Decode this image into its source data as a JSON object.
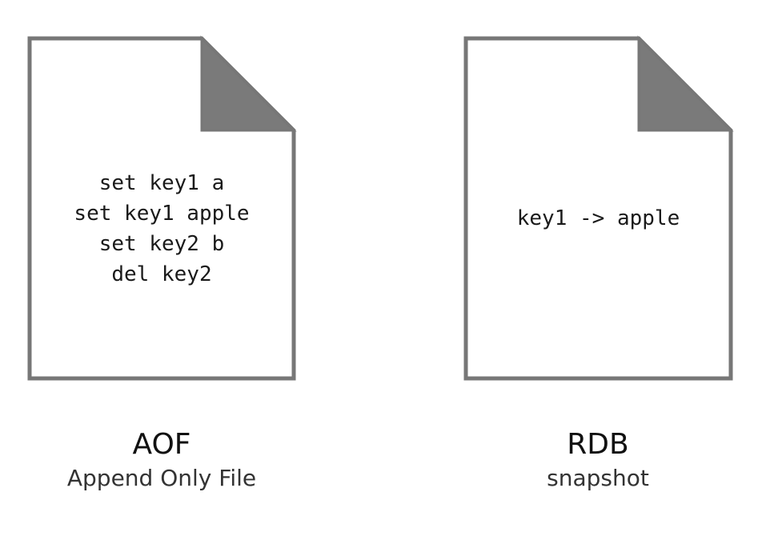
{
  "aof": {
    "lines": [
      "set key1 a",
      "set key1 apple",
      "set key2 b",
      "del key2"
    ],
    "title": "AOF",
    "subtitle": "Append Only File"
  },
  "rdb": {
    "lines": [
      "key1 -> apple"
    ],
    "title": "RDB",
    "subtitle": "snapshot"
  },
  "colors": {
    "border": "#777777",
    "fold": "#7a7a7a",
    "text": "#1a1a1a"
  }
}
